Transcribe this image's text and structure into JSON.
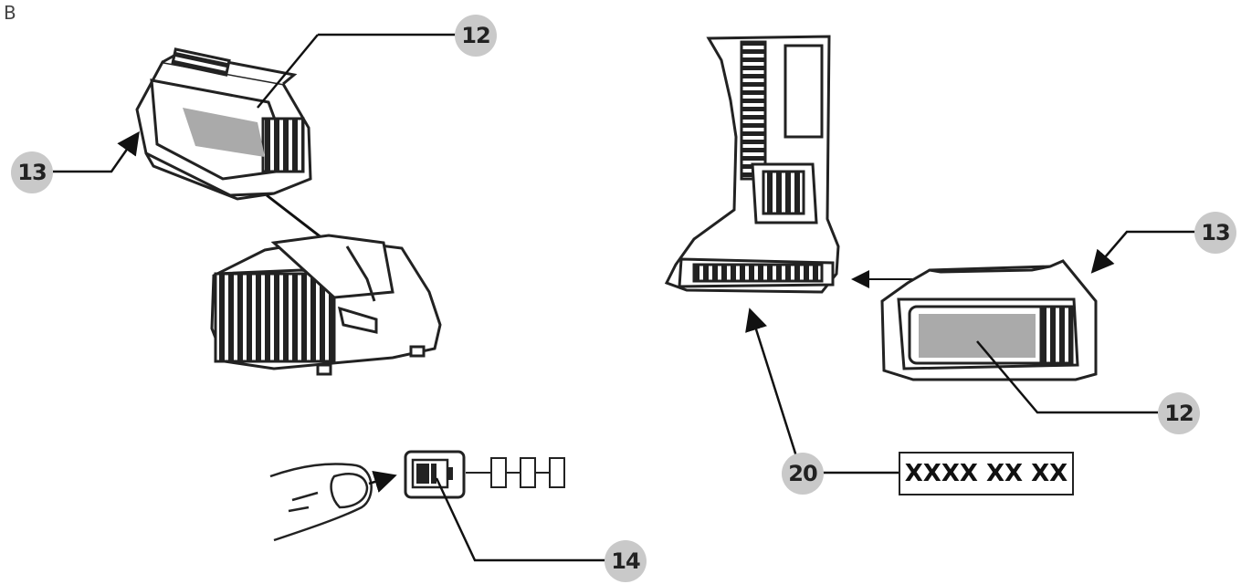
{
  "figure": {
    "letter": "B"
  },
  "callouts": {
    "battery_left": "12",
    "release_left": "13",
    "battery_right": "12",
    "release_right": "13",
    "charge_indicator": "14",
    "serial_label": "20"
  },
  "serial_box": {
    "text": "XXXX XX XX"
  },
  "colors": {
    "callout_fill": "#c9c9c9",
    "line": "#222222"
  },
  "icons": [
    "battery-pack-illustration",
    "charger-illustration",
    "tool-handle-illustration",
    "finger-illustration",
    "battery-level-icon"
  ]
}
